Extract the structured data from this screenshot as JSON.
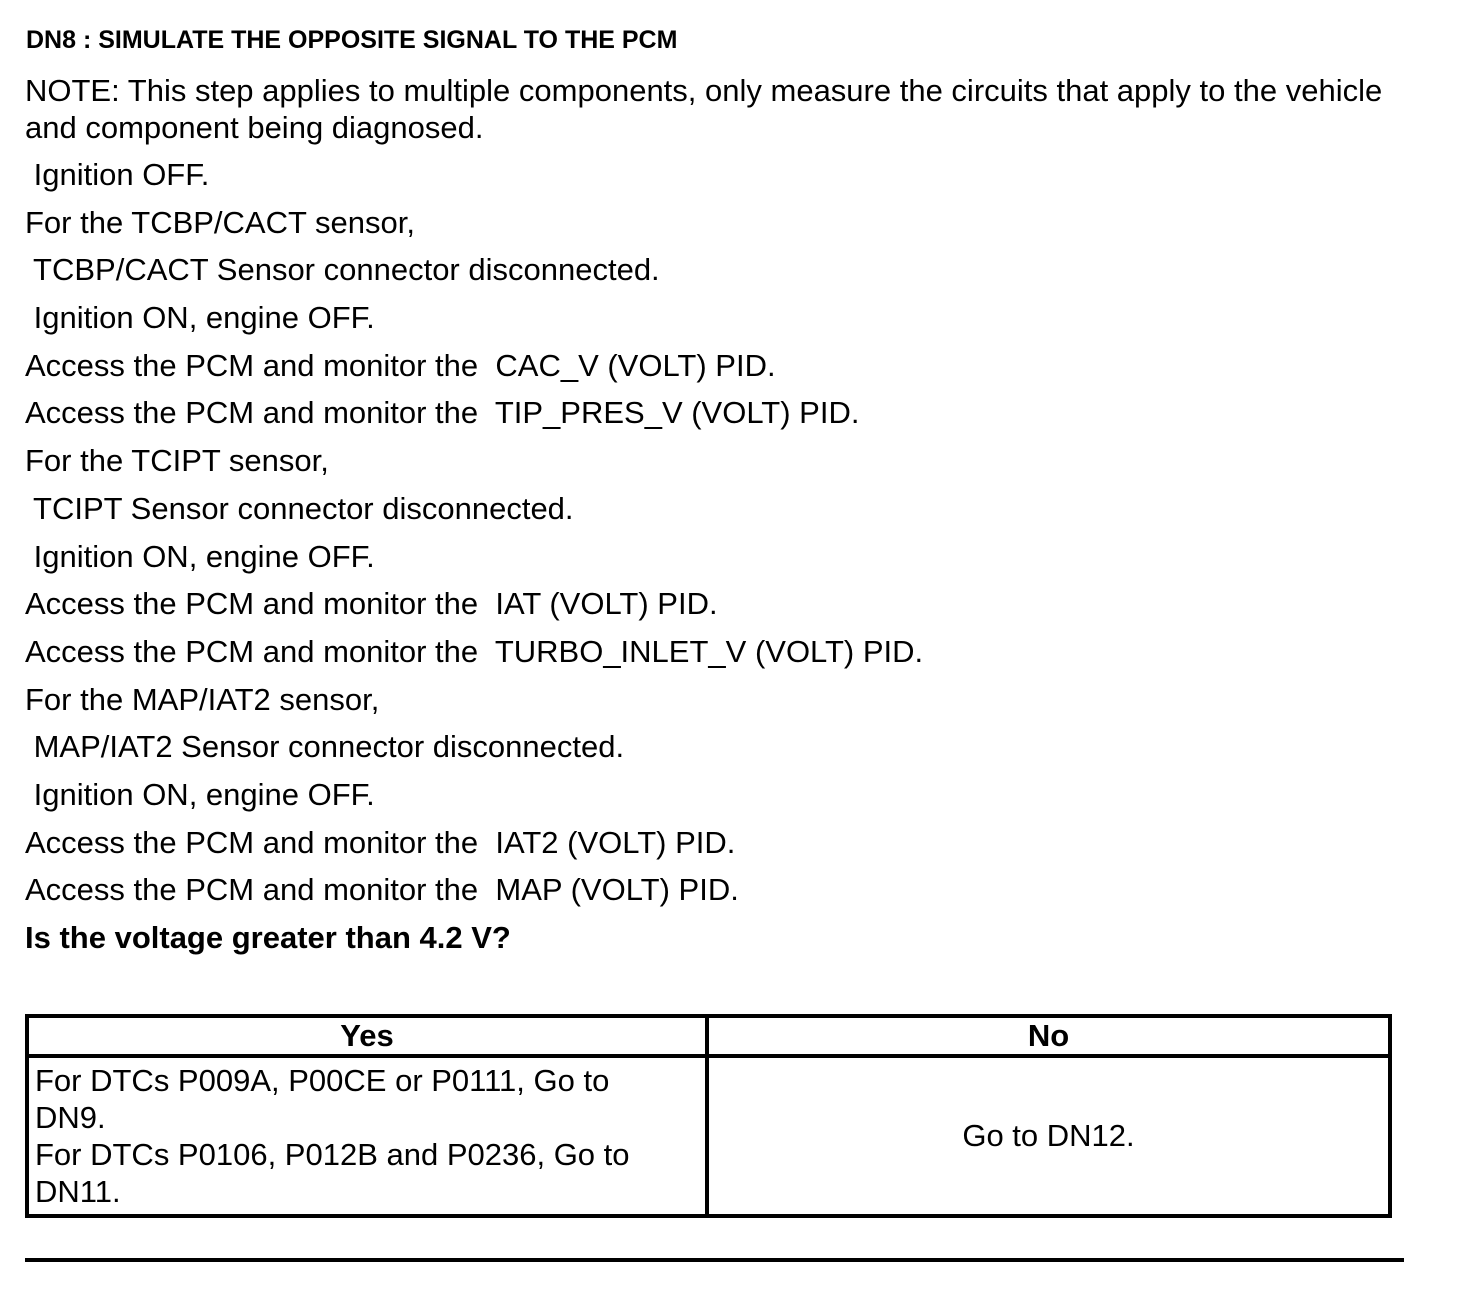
{
  "heading": "DN8 : SIMULATE THE OPPOSITE SIGNAL TO THE PCM",
  "note": "NOTE: This step applies to multiple components, only measure the circuits that apply to the vehicle and component being diagnosed.",
  "steps": [
    " Ignition OFF.",
    "For the TCBP/CACT sensor,",
    " TCBP/CACT Sensor connector disconnected.",
    " Ignition ON, engine OFF.",
    "Access the PCM and monitor the  CAC_V (VOLT) PID.",
    "Access the PCM and monitor the  TIP_PRES_V (VOLT) PID.",
    "For the TCIPT sensor,",
    " TCIPT Sensor connector disconnected.",
    " Ignition ON, engine OFF.",
    "Access the PCM and monitor the  IAT (VOLT) PID.",
    "Access the PCM and monitor the  TURBO_INLET_V (VOLT) PID.",
    "For the MAP/IAT2 sensor,",
    " MAP/IAT2 Sensor connector disconnected.",
    " Ignition ON, engine OFF.",
    "Access the PCM and monitor the  IAT2 (VOLT) PID.",
    "Access the PCM and monitor the  MAP (VOLT) PID."
  ],
  "question": "Is the voltage greater than 4.2 V?",
  "table": {
    "yes_header": "Yes",
    "no_header": "No",
    "yes_lines": [
      "For DTCs P009A, P00CE or P0111, Go to",
      "DN9.",
      "For DTCs P0106, P012B and P0236, Go to",
      "DN11."
    ],
    "no_text": "Go to DN12."
  }
}
